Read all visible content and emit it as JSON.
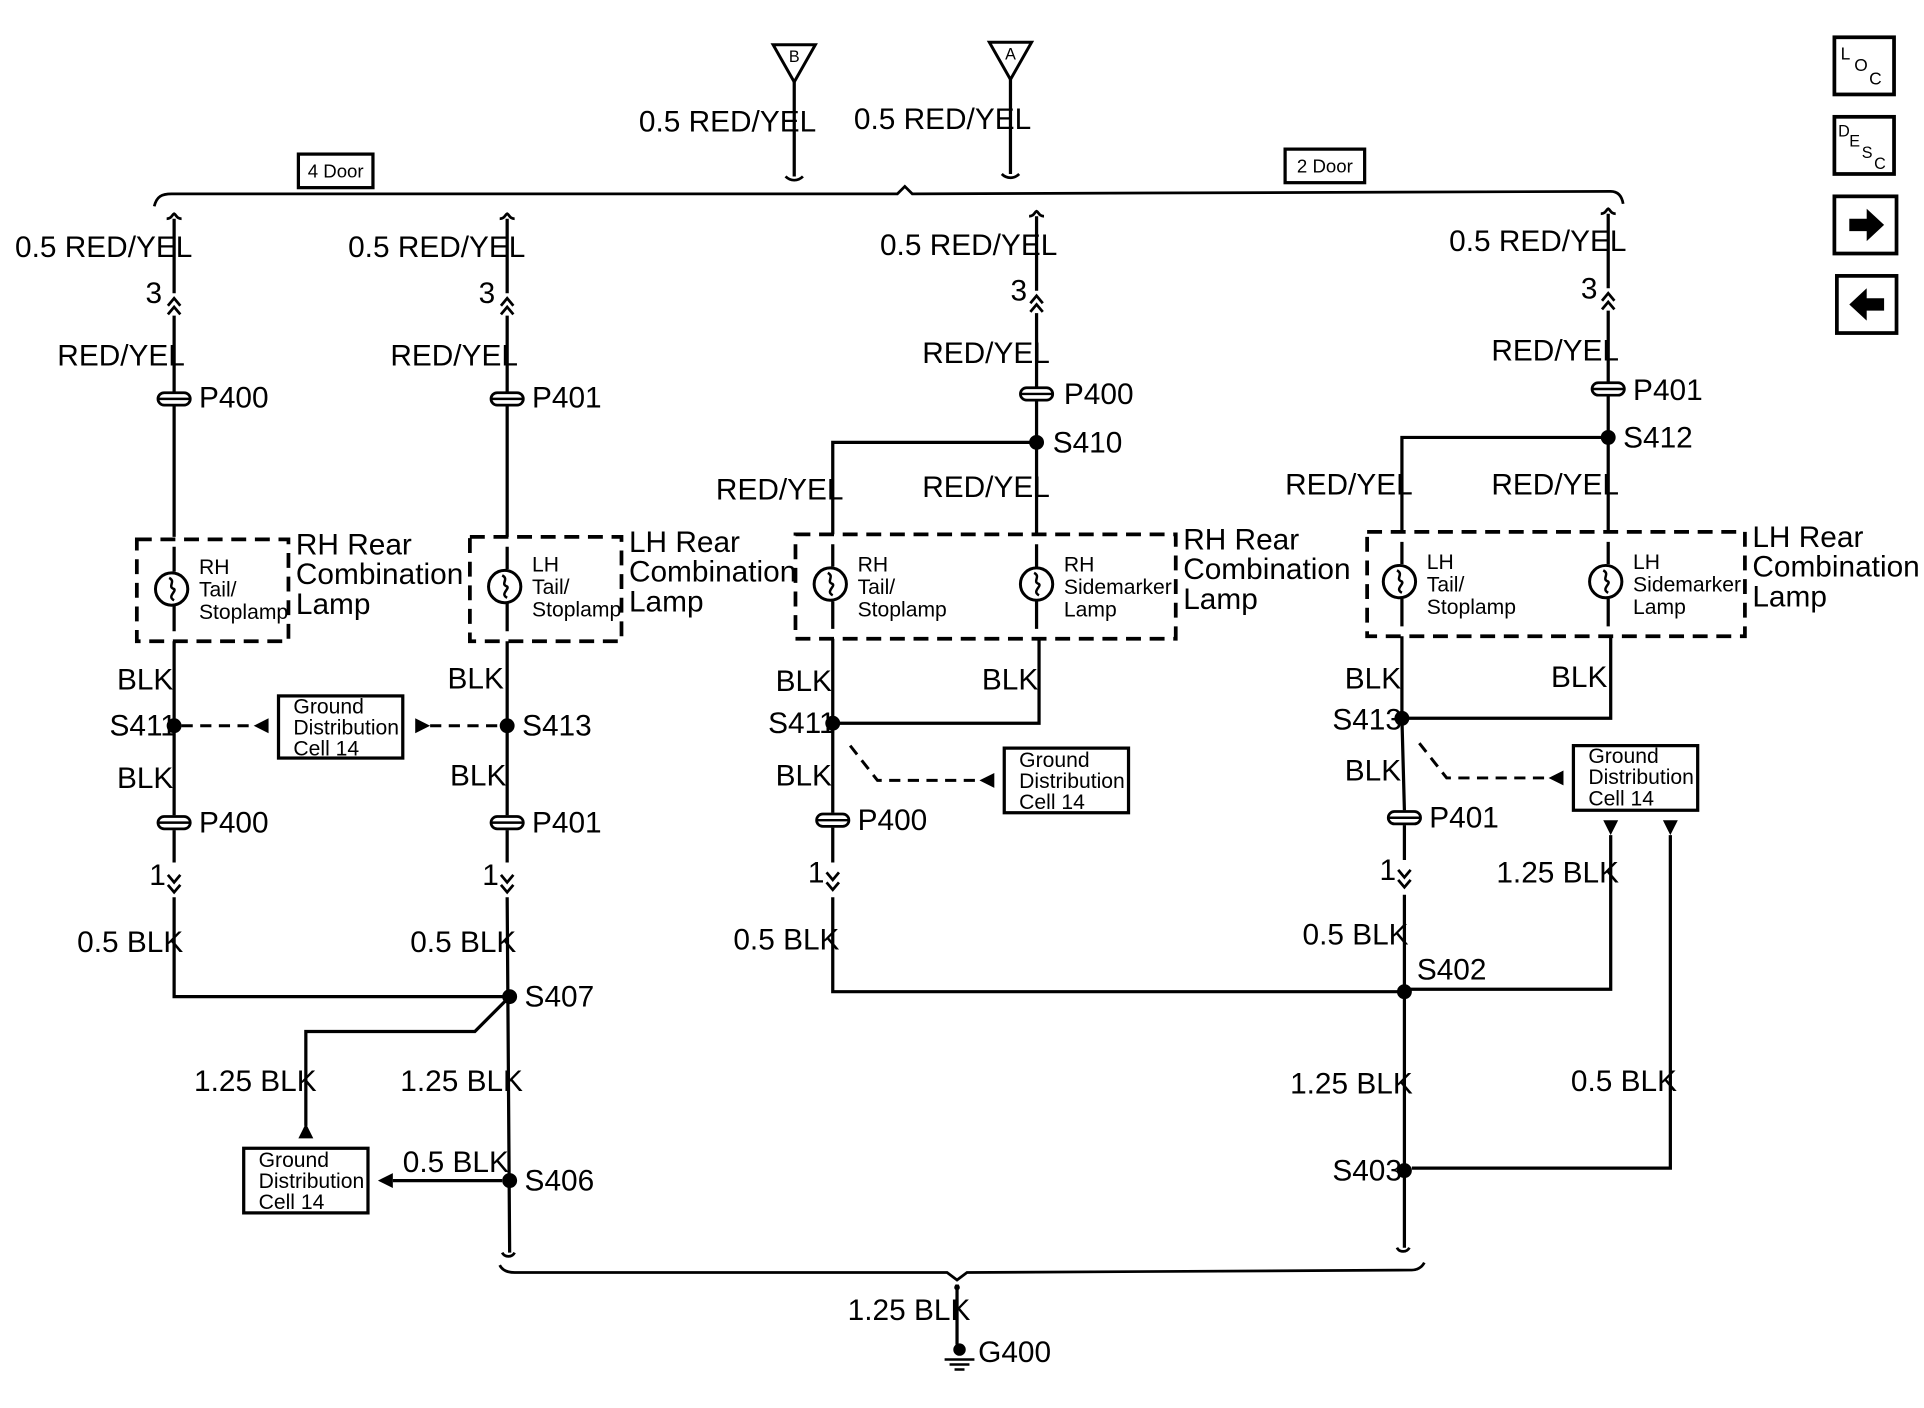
{
  "nav": {
    "loc": {
      "l": "L",
      "o": "O",
      "c": "C"
    },
    "desc": {
      "d": "D",
      "e": "E",
      "s": "S",
      "c": "C"
    }
  },
  "connectors": {
    "a": "A",
    "b": "B"
  },
  "groups": {
    "four_door": "4 Door",
    "two_door": "2 Door"
  },
  "wires": {
    "red_yel_05": "0.5 RED/YEL",
    "red_yel": "RED/YEL",
    "blk": "BLK",
    "blk_05": "0.5 BLK",
    "blk_125": "1.25 BLK"
  },
  "pins": {
    "three": "3",
    "one": "1"
  },
  "connectors_inline": {
    "p400": "P400",
    "p401": "P401"
  },
  "splices": {
    "s402": "S402",
    "s403": "S403",
    "s406": "S406",
    "s407": "S407",
    "s410": "S410",
    "s411": "S411",
    "s412": "S412",
    "s413": "S413"
  },
  "ground": {
    "g400": "G400"
  },
  "ground_ref": {
    "line1": "Ground",
    "line2": "Distribution",
    "line3": "Cell 14"
  },
  "components": {
    "rh_rear_combo": [
      "RH Rear",
      "Combination",
      "Lamp"
    ],
    "lh_rear_combo": [
      "LH Rear",
      "Combination",
      "Lamp"
    ]
  },
  "lamps": {
    "rh_tail": [
      "RH",
      "Tail/",
      "Stoplamp"
    ],
    "lh_tail": [
      "LH",
      "Tail/",
      "Stoplamp"
    ],
    "rh_side": [
      "RH",
      "Sidemarker",
      "Lamp"
    ],
    "lh_side": [
      "LH",
      "Sidemarker",
      "Lamp"
    ]
  }
}
